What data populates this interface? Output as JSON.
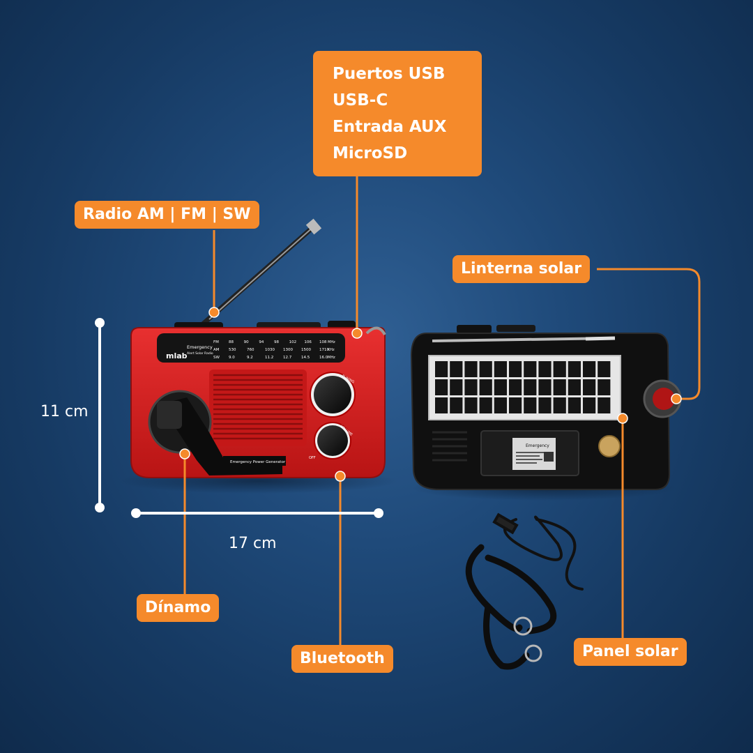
{
  "labels": {
    "ports": [
      "Puertos USB",
      "USB-C",
      "Entrada AUX",
      "MicroSD"
    ],
    "radio": "Radio AM | FM | SW",
    "flashlight": "Linterna solar",
    "dynamo": "Dínamo",
    "bluetooth": "Bluetooth",
    "solar_panel": "Panel solar"
  },
  "dimensions": {
    "height": "11 cm",
    "width": "17 cm"
  },
  "radio_front": {
    "brand": "mlab",
    "model_line1": "Emergency",
    "model_line2": "Alert Solar Radio",
    "generator_label": "Emergency Power Generator",
    "tuning_label": "TUNING",
    "volume_label": "VOLUME",
    "off_label": "OFF",
    "dial_bands": [
      {
        "band": "FM",
        "values": [
          "88",
          "90",
          "94",
          "98",
          "102",
          "106",
          "108"
        ],
        "unit": "MHz"
      },
      {
        "band": "AM",
        "values": [
          "530",
          "760",
          "1030",
          "1300",
          "1500",
          "1710"
        ],
        "unit": "KHz"
      },
      {
        "band": "SW",
        "values": [
          "9.0",
          "9.2",
          "11.2",
          "12.7",
          "14.5",
          "16.0"
        ],
        "unit": "MHz"
      }
    ]
  },
  "radio_back": {
    "sticker_title": "Emergency"
  },
  "colors": {
    "accent": "#f58a2b",
    "radio_red": "#d81c1c",
    "background": "#1f4a7a",
    "dimension_line": "#ffffff"
  }
}
